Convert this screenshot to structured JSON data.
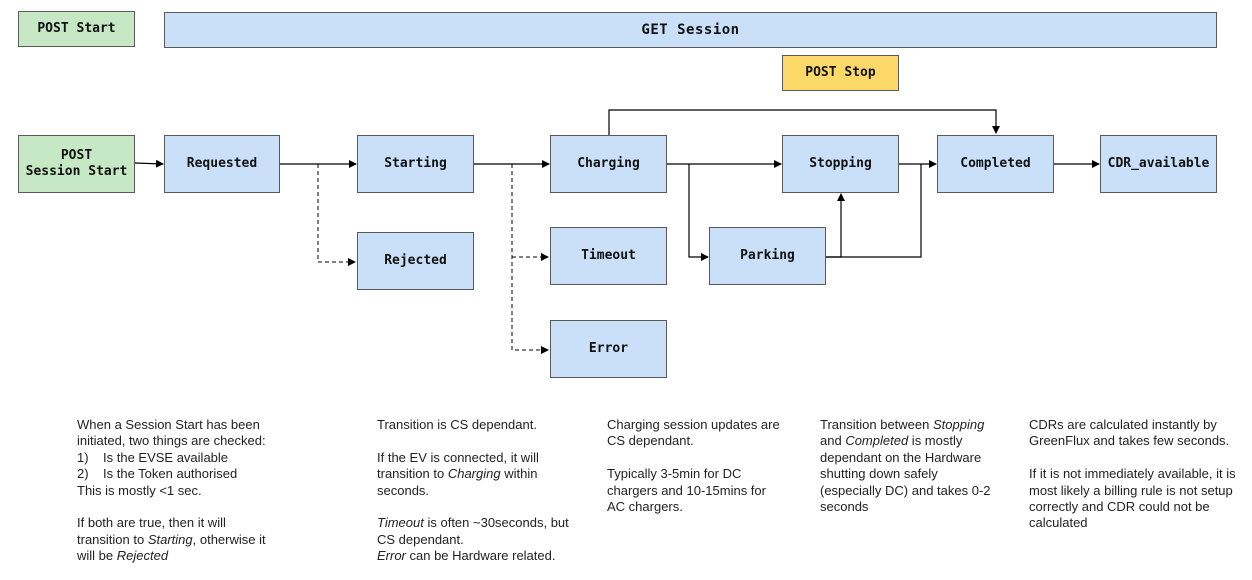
{
  "header": {
    "post_start": "POST Start",
    "get_session": "GET Session",
    "post_stop": "POST Stop"
  },
  "nodes": {
    "post_session_start": "POST\nSession Start",
    "requested": "Requested",
    "starting": "Starting",
    "charging": "Charging",
    "stopping": "Stopping",
    "completed": "Completed",
    "cdr_available": "CDR_available",
    "rejected": "Rejected",
    "timeout": "Timeout",
    "parking": "Parking",
    "error": "Error"
  },
  "notes": {
    "requested": {
      "line1": "When a Session Start has been initiated, two things are checked:",
      "items": [
        {
          "num": "1)",
          "text": "Is the EVSE available"
        },
        {
          "num": "2)",
          "text": "Is the Token authorised"
        }
      ],
      "line2": "This is mostly <1 sec.",
      "p2_pre": "If both are true, then it will transition to ",
      "p2_em1": "Starting",
      "p2_mid": ", otherwise it will be ",
      "p2_em2": "Rejected"
    },
    "starting": {
      "p1": "Transition is CS dependant.",
      "p2_pre": "If the EV is connected, it will transition to ",
      "p2_em": "Charging",
      "p2_post": " within seconds.",
      "p3_em1": "Timeout",
      "p3_mid": " is often ~30seconds, but CS dependant.",
      "p3_em2": "Error",
      "p3_post": " can be Hardware related."
    },
    "charging": {
      "p1": "Charging session updates are CS dependant.",
      "p2": "Typically 3-5min for DC chargers and 10-15mins for AC chargers."
    },
    "stopping": {
      "p1_pre": "Transition between ",
      "p1_em1": "Stopping",
      "p1_mid": " and ",
      "p1_em2": "Completed",
      "p1_post": " is mostly dependant on the Hardware shutting down safely (especially DC) and takes 0-2 seconds"
    },
    "cdr": {
      "p1": "CDRs are calculated instantly by GreenFlux and takes few seconds.",
      "p2": "If it is not immediately available, it is most likely a billing rule is not setup correctly and CDR could not be calculated"
    }
  },
  "colors": {
    "state_fill": "#c9e0f8",
    "post_fill": "#c6e8c4",
    "stop_fill": "#fdd96a",
    "border": "#5a5a5a"
  }
}
